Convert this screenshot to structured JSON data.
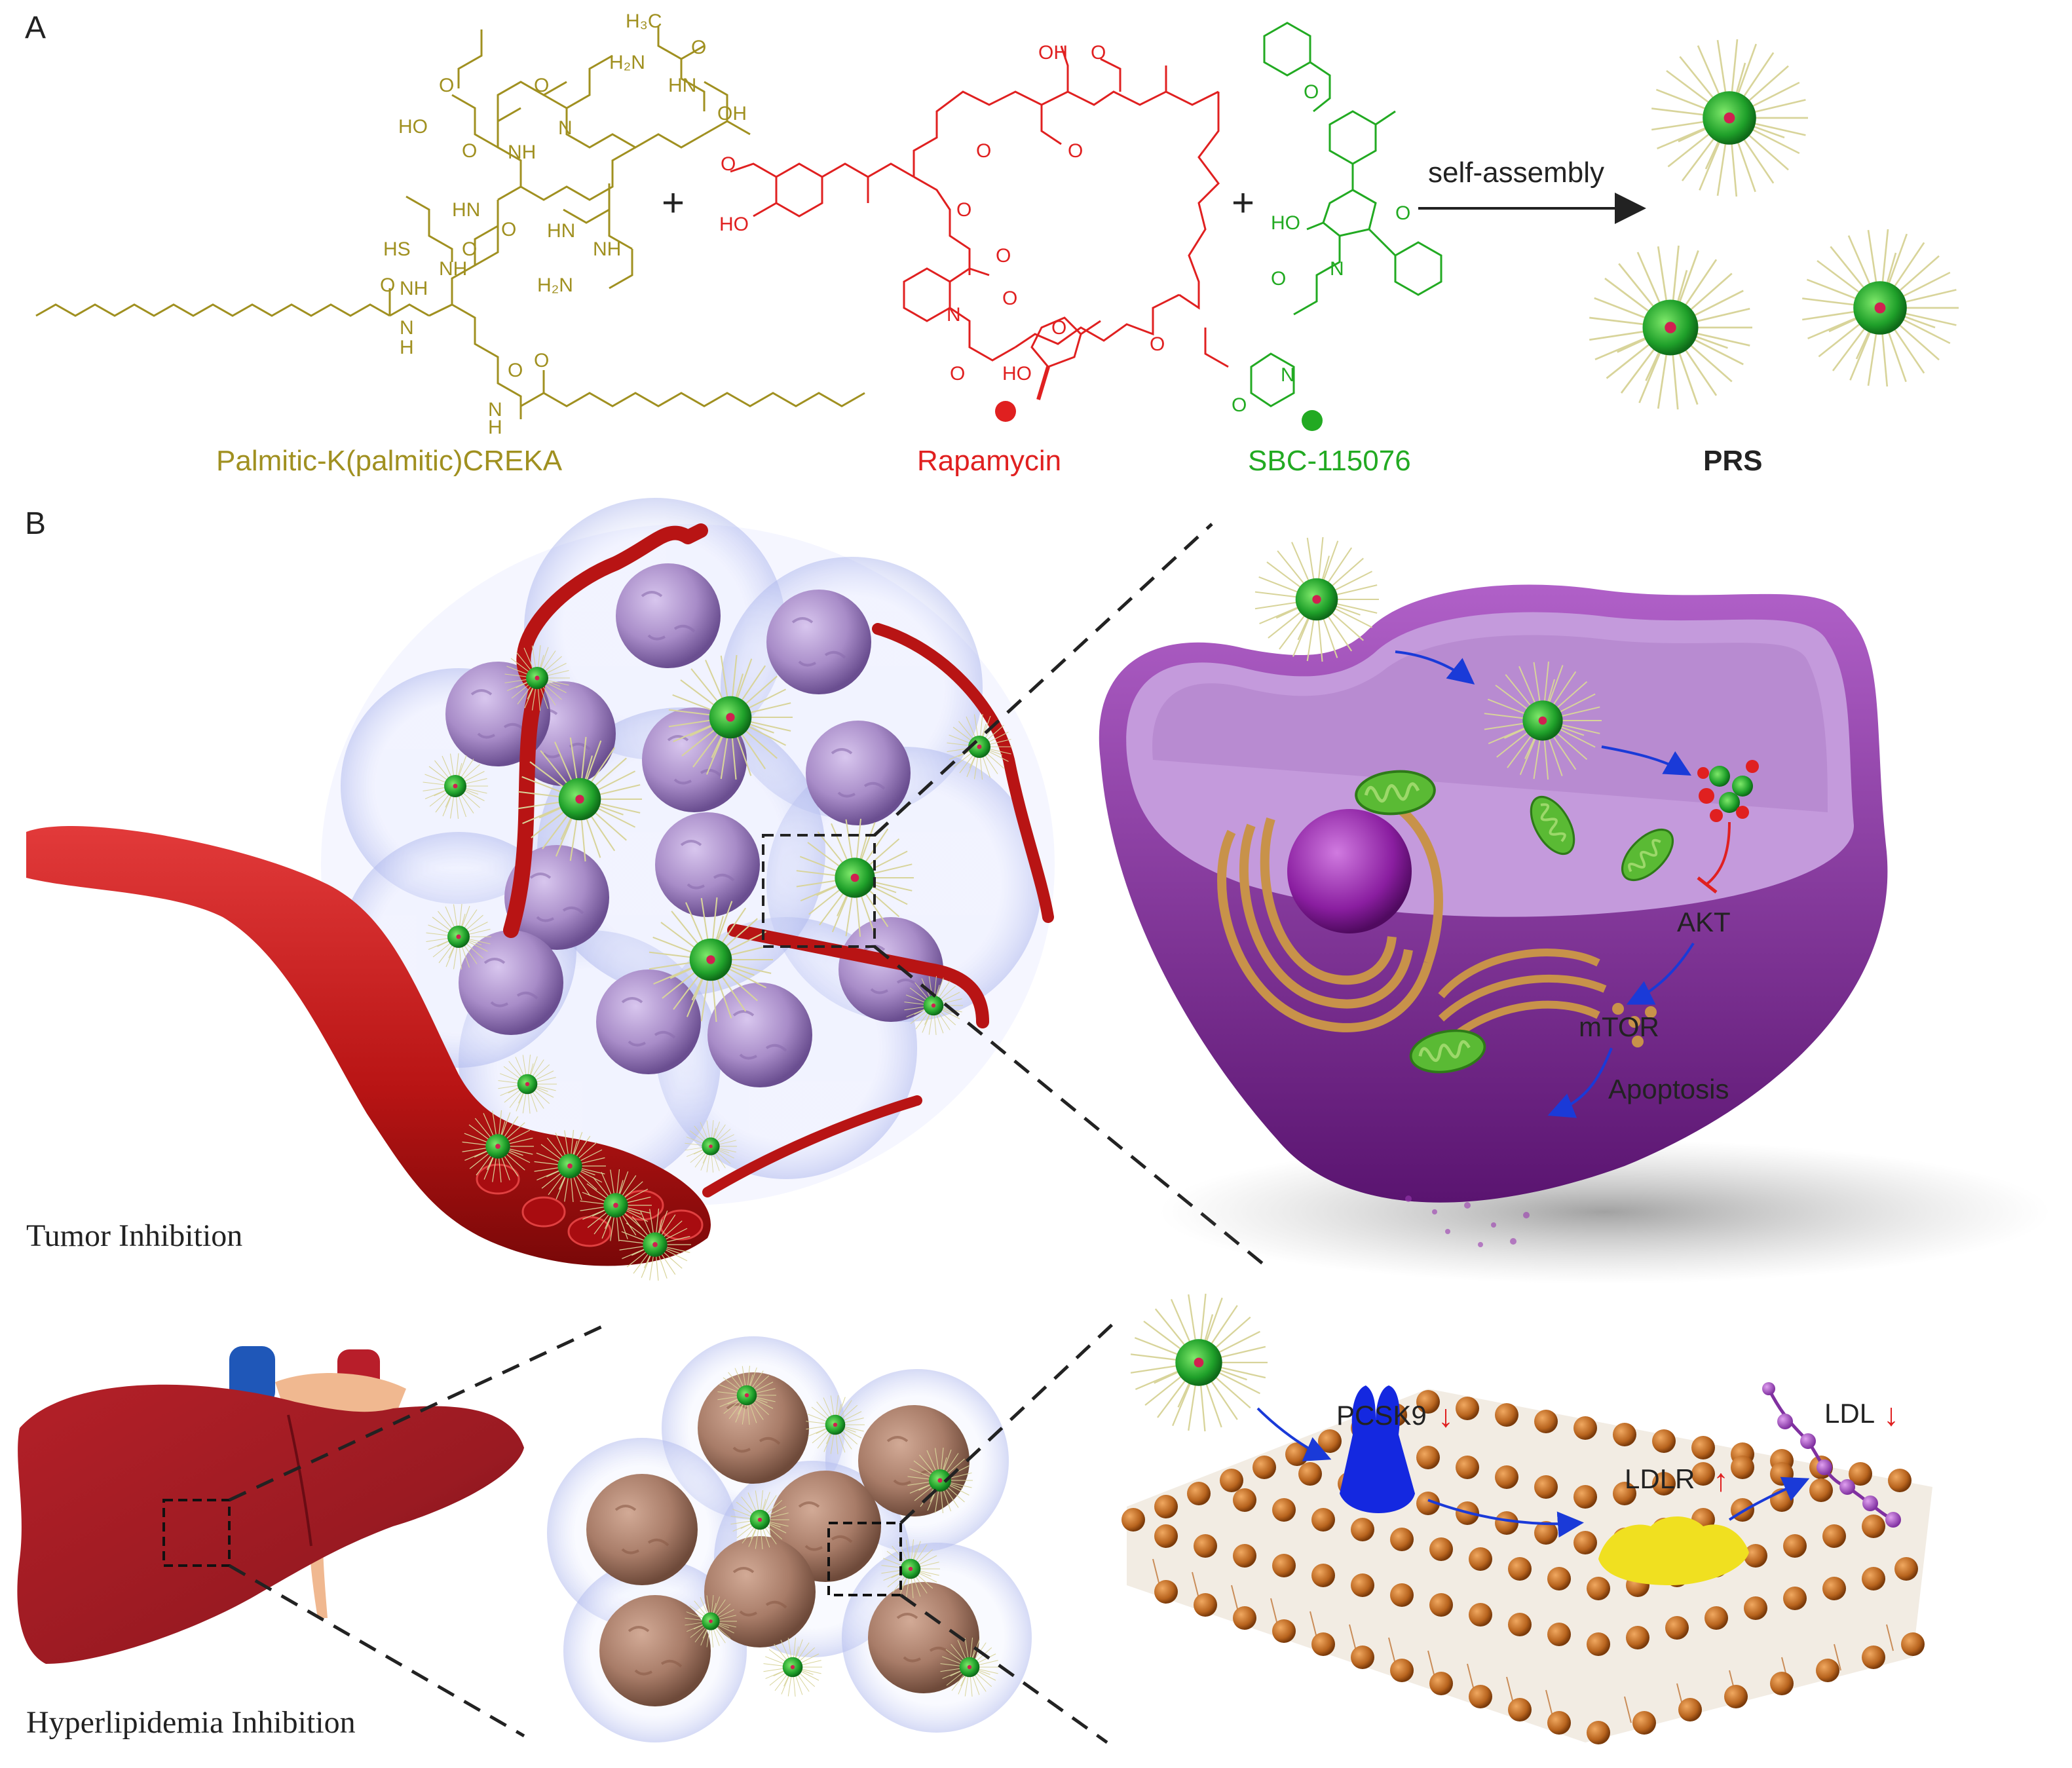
{
  "panel_a": {
    "letter": "A",
    "reagents": [
      {
        "label": "Palmitic-K(palmitic)CREKA",
        "color": "#a09020"
      },
      {
        "label": "Rapamycin",
        "color": "#e02020"
      },
      {
        "label": "SBC-115076",
        "color": "#22aa22"
      }
    ],
    "plus": "+",
    "arrow_label": "self-assembly",
    "product_label": "PRS",
    "chem_labels": {
      "peptide": [
        "H₃C",
        "H₂N",
        "O",
        "HN",
        "OH",
        "HO",
        "O",
        "O",
        "NH",
        "N",
        "O",
        "O",
        "NH",
        "HN",
        "HS",
        "O",
        "NH",
        "HN",
        "NH",
        "H₂N",
        "O",
        "O",
        "N",
        "H",
        "N",
        "H",
        "O"
      ],
      "rapamycin": [
        "OH",
        "O",
        "O",
        "O",
        "O",
        "HO",
        "O",
        "O",
        "N",
        "O",
        "HO",
        "O",
        "O",
        "O"
      ],
      "sbc": [
        "O",
        "O",
        "HO",
        "O",
        "N",
        "N",
        "O"
      ]
    }
  },
  "panel_b": {
    "letter": "B",
    "pathway_top": [
      "AKT",
      "mTOR",
      "Apoptosis"
    ],
    "pathway_bottom": {
      "pcsk9": "PCSK9",
      "ldlr": "LDLR",
      "ldl": "LDL",
      "down_arrow": "↓",
      "up_arrow": "↑"
    },
    "captions": {
      "tumor": "Tumor Inhibition",
      "hyperlipidemia": "Hyperlipidemia Inhibition"
    }
  },
  "colors": {
    "peptide": "#a09020",
    "rapamycin": "#e02020",
    "sbc": "#22aa22",
    "nanoparticle_core": "#22b22a",
    "spikes": "#d8d49a",
    "vessel": "#c01818",
    "tumor_cell": "#a88cc8",
    "hepatocyte": "#a87c68",
    "liver": "#9a1a22",
    "cell_membrane": "#a04ab8",
    "bilayer": "#b8641e",
    "pcsk9": "#1428e0",
    "ldlr": "#f0e020",
    "ldl": "#a050c0",
    "arrow_blue": "#1a3ad8"
  },
  "icons": [
    "nanoparticle-icon",
    "red-dot-icon",
    "green-dot-icon",
    "right-arrow-icon",
    "down-red-arrow-icon",
    "up-red-arrow-icon"
  ]
}
